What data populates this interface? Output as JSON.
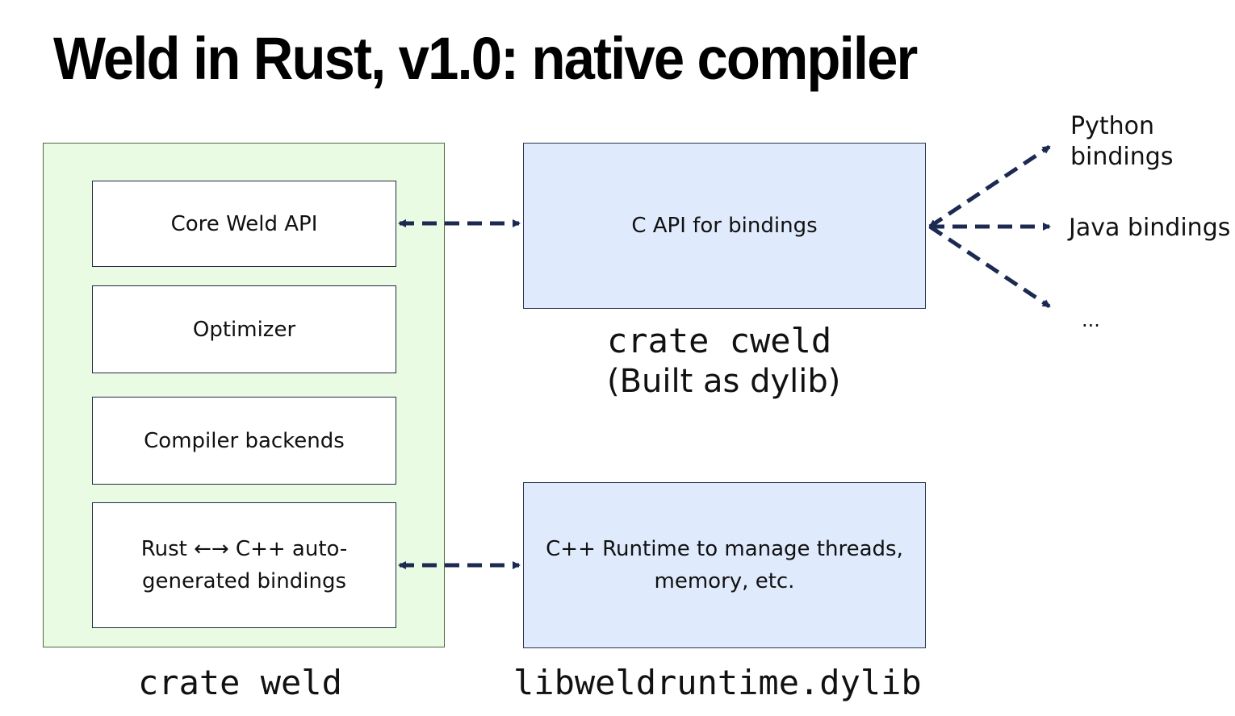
{
  "title": "Weld in Rust, v1.0: native compiler",
  "weld_crate": {
    "boxes": {
      "core_api": "Core Weld API",
      "optimizer": "Optimizer",
      "backends": "Compiler backends",
      "bindings_line1": "Rust ←→ C++ auto-",
      "bindings_line2": "generated bindings"
    },
    "label": "crate weld"
  },
  "cweld_crate": {
    "box": "C API for bindings",
    "label_line1": "crate cweld",
    "label_line2": "(Built as dylib)"
  },
  "runtime": {
    "box_line1": "C++ Runtime to manage threads,",
    "box_line2": "memory, etc.",
    "label": "libweldruntime.dylib"
  },
  "bindings": {
    "python_line1": "Python",
    "python_line2": "bindings",
    "java": "Java bindings",
    "more": "..."
  },
  "colors": {
    "crate_weld_fill": "#eafbe3",
    "box_fill_blue": "#dfeafc",
    "arrow": "#1c2a52"
  }
}
